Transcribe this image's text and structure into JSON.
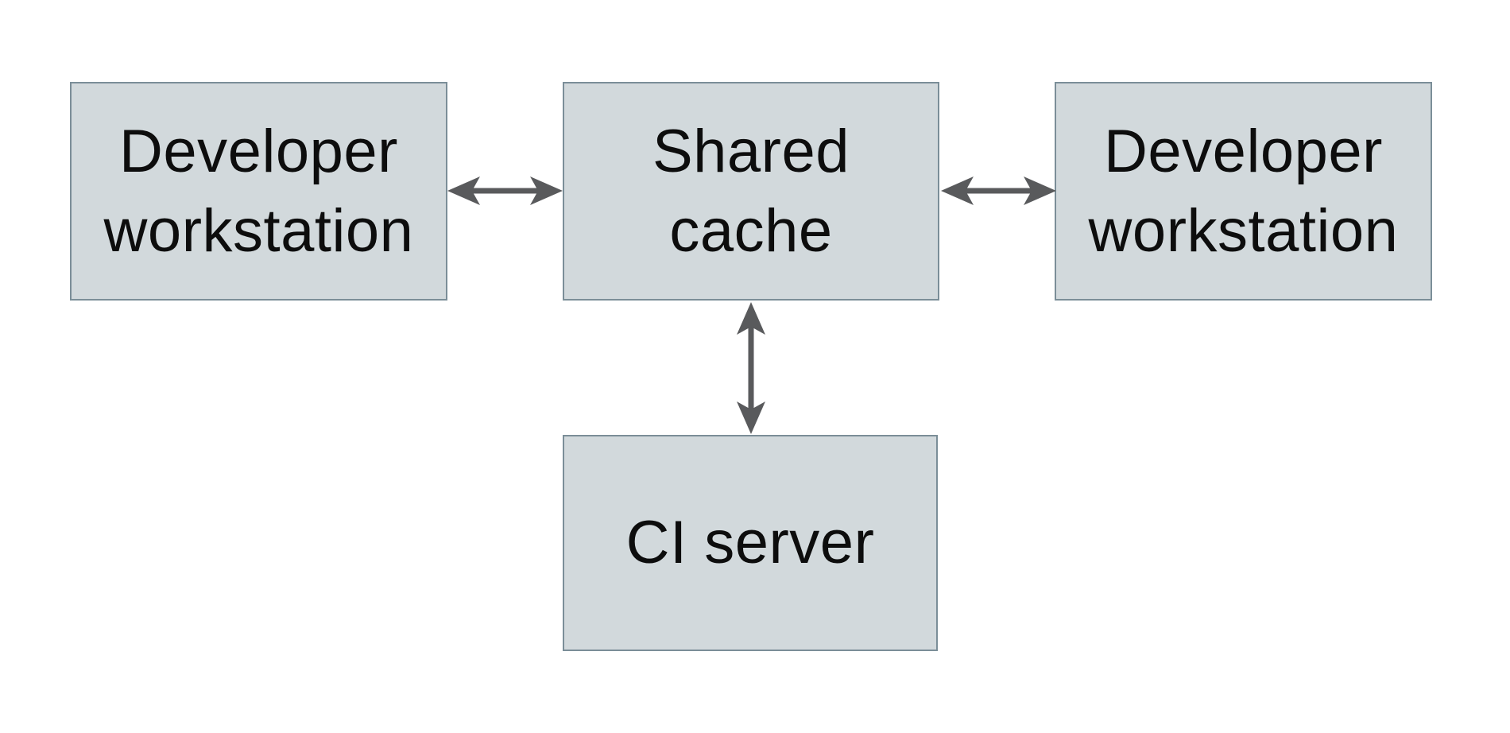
{
  "diagram": {
    "type": "architecture-diagram",
    "background_color": "#ffffff",
    "node_fill_color": "#d2d9dc",
    "node_border_color": "#7b8e98",
    "arrow_color": "#595a5c",
    "text_color": "#0d0d0d",
    "nodes": [
      {
        "id": "developer-workstation-left",
        "label": "Developer workstation",
        "line1": "Developer",
        "line2": "workstation"
      },
      {
        "id": "shared-cache",
        "label": "Shared cache",
        "line1": "Shared",
        "line2": "cache"
      },
      {
        "id": "developer-workstation-right",
        "label": "Developer workstation",
        "line1": "Developer",
        "line2": "workstation"
      },
      {
        "id": "ci-server",
        "label": "CI server",
        "line1": "CI server",
        "line2": ""
      }
    ],
    "edges": [
      {
        "from": "developer-workstation-left",
        "to": "shared-cache",
        "direction": "bidirectional",
        "orientation": "horizontal"
      },
      {
        "from": "shared-cache",
        "to": "developer-workstation-right",
        "direction": "bidirectional",
        "orientation": "horizontal"
      },
      {
        "from": "shared-cache",
        "to": "ci-server",
        "direction": "bidirectional",
        "orientation": "vertical"
      }
    ]
  }
}
